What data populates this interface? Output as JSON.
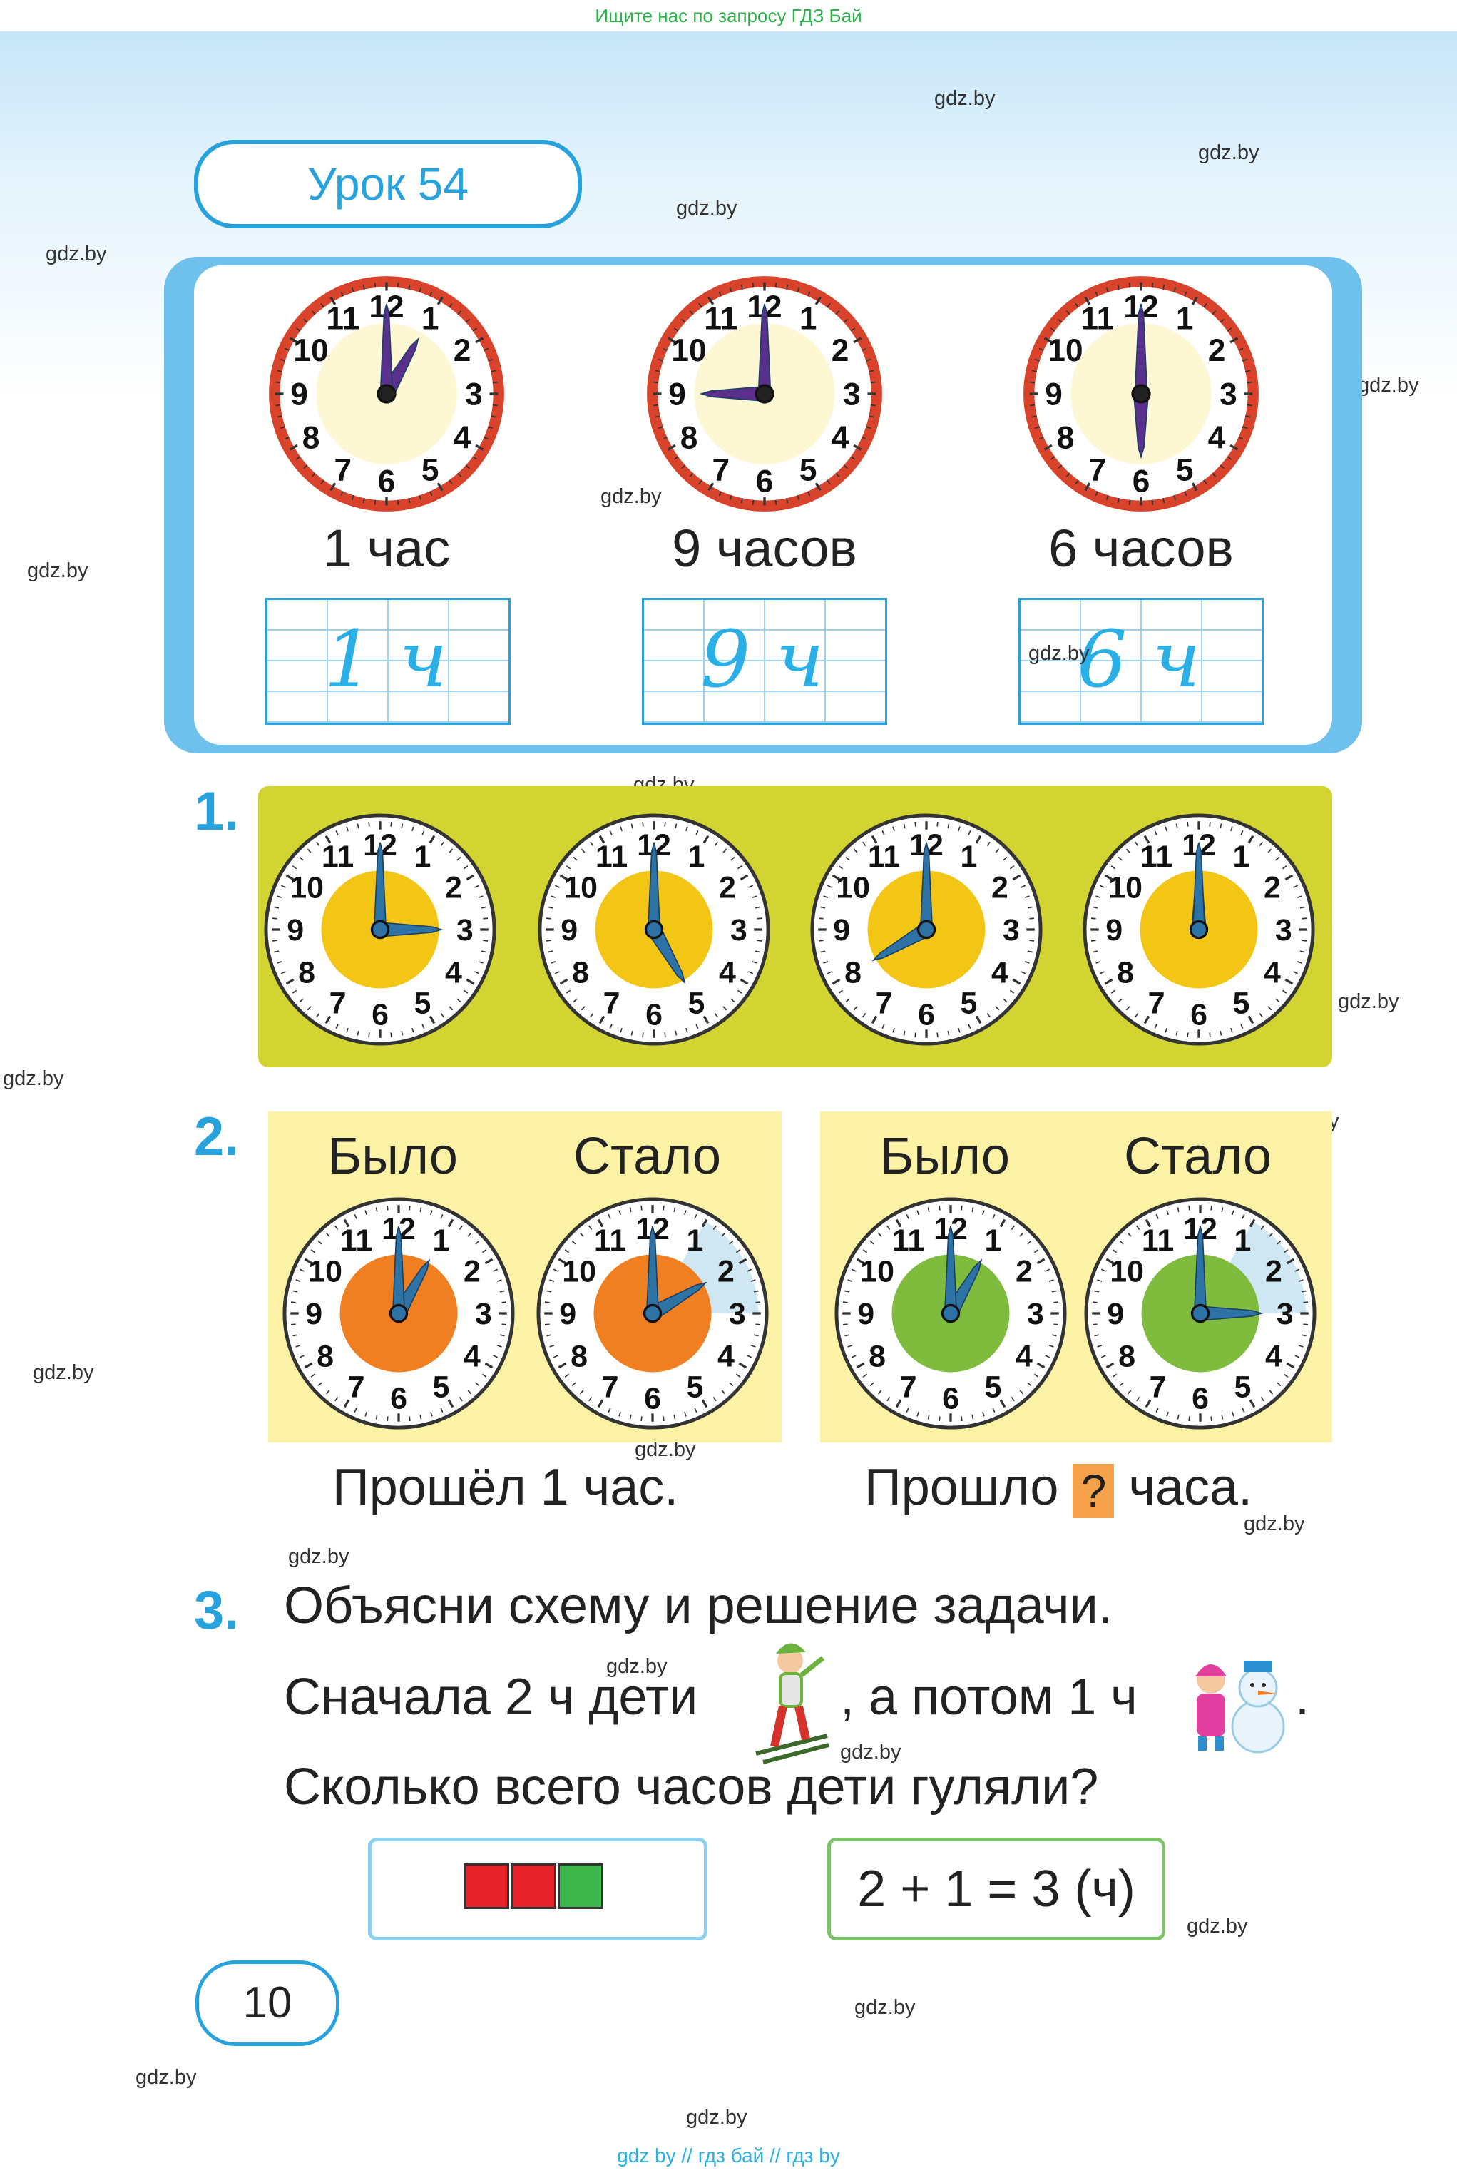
{
  "top_notice": "Ищите нас по запросу ГДЗ Бай",
  "lesson_title": "Урок 54",
  "intro": {
    "clocks": [
      {
        "caption": "1 час",
        "written": "1 ч",
        "hour": 1,
        "minute": 0
      },
      {
        "caption": "9 часов",
        "written": "9 ч",
        "hour": 9,
        "minute": 0
      },
      {
        "caption": "6 часов",
        "written": "6 ч",
        "hour": 6,
        "minute": 0
      }
    ]
  },
  "task1": {
    "number": "1.",
    "clocks": [
      {
        "hour": 3,
        "minute": 0
      },
      {
        "hour": 5,
        "minute": 0
      },
      {
        "hour": 8,
        "minute": 0
      },
      {
        "hour": 12,
        "minute": 0
      }
    ]
  },
  "task2": {
    "number": "2.",
    "left": {
      "was_label": "Было",
      "became_label": "Стало",
      "was": {
        "hour": 1,
        "minute": 0
      },
      "became": {
        "hour": 2,
        "minute": 0
      },
      "caption": "Прошёл 1 час."
    },
    "right": {
      "was_label": "Было",
      "became_label": "Стало",
      "was": {
        "hour": 1,
        "minute": 0
      },
      "became": {
        "hour": 3,
        "minute": 0
      },
      "caption_before": "Прошло",
      "caption_mark": "?",
      "caption_after": "часа."
    }
  },
  "task3": {
    "number": "3.",
    "line1": "Объясни схему и решение задачи.",
    "line2_a": "Сначала 2 ч дети",
    "line2_b": ", а потом 1 ч",
    "line2_c": ".",
    "line3": "Сколько всего часов дети гуляли?",
    "scheme_colors": [
      "#e8242b",
      "#e8242b",
      "#3cb54a"
    ],
    "solution": "2 + 1 = 3 (ч)"
  },
  "page_number": "10",
  "watermark": "gdz.by",
  "bottom_links": "gdz by  //  гдз бай  //  гдз by",
  "colors": {
    "accent": "#27a2dc",
    "red_rim": "#d9432c",
    "intro_face": "#fdf7d3",
    "intro_hand": "#5b2f8c",
    "task_hand": "#2d73a6",
    "yellow_center": "#f3c515",
    "orange_center": "#f07f22",
    "green_center": "#7fbb3c"
  }
}
